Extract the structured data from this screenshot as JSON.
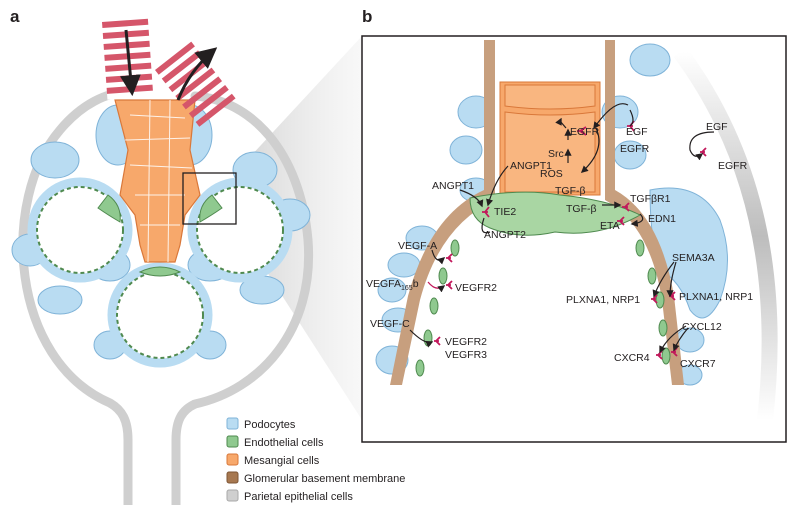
{
  "panels": {
    "a": "a",
    "b": "b"
  },
  "legend": [
    {
      "label": "Podocytes",
      "color": "#b9dcf2",
      "stroke": "#7fb3d8"
    },
    {
      "label": "Endothelial cells",
      "color": "#8fc98f",
      "stroke": "#4f8a4f"
    },
    {
      "label": "Mesangial cells",
      "color": "#f7a86b",
      "stroke": "#d9783a"
    },
    {
      "label": "Glomerular basement membrane",
      "color": "#a77850",
      "stroke": "#7e5635"
    },
    {
      "label": "Parietal epithelial cells",
      "color": "#cfcfcf",
      "stroke": "#a9a9a9"
    }
  ],
  "labels": {
    "egfr_top": "EGFR",
    "egf_top": "EGF",
    "egfr_right": "EGFR",
    "src": "Src",
    "ros": "ROS",
    "tgfb_center": "TGF-β",
    "angpt1_center": "ANGPT1",
    "angpt1_left": "ANGPT1",
    "tie2": "TIE2",
    "angpt2": "ANGPT2",
    "tgfb_right": "TGF-β",
    "tgfbr1": "TGFβR1",
    "edn1": "EDN1",
    "eta": "ETA",
    "egf_far": "EGF",
    "egfr_far": "EGFR",
    "vegfa": "VEGF-A",
    "vegfa165b_main": "VEGFA",
    "vegfa165b_sub": "165",
    "vegfa165b_tail": "b",
    "vegfr2_a": "VEGFR2",
    "vegfc": "VEGF-C",
    "vegfr2_b": "VEGFR2",
    "vegfr3": "VEGFR3",
    "sema3a": "SEMA3A",
    "plxna1_left": "PLXNA1, NRP1",
    "plxna1_right": "PLXNA1, NRP1",
    "cxcl12": "CXCL12",
    "cxcr4": "CXCR4",
    "cxcr7": "CXCR7"
  },
  "colors": {
    "podocyte": "#b9dcf2",
    "endothelial": "#8fc98f",
    "mesangial": "#f7a86b",
    "gbm": "#c79f7e",
    "parietal": "#cfcfcf",
    "stripe": "#d5566a",
    "receptor": "#c2185b"
  }
}
